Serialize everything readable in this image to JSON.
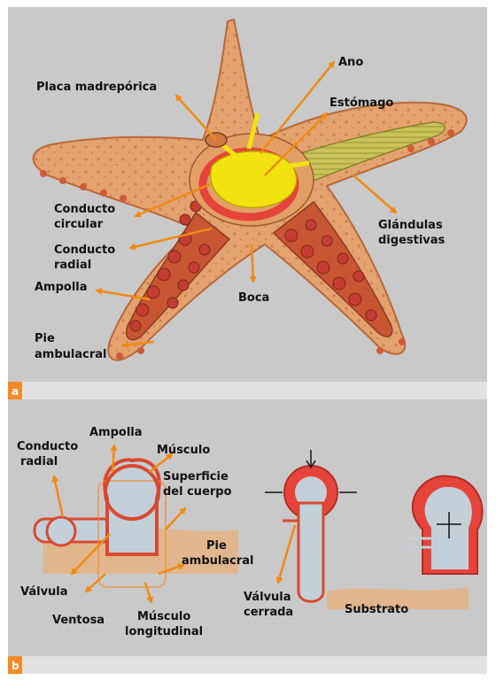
{
  "colors": {
    "panel_bg": "#c9c9c9",
    "body_fill": "#e3a26e",
    "body_dark": "#d86b3a",
    "ambulacral": "#c95632",
    "bulb": "#c43c32",
    "stomach": "#f2e20f",
    "ring": "#e6433b",
    "gland": "#c9c35a",
    "arrow": "#f08a13",
    "tube_fill": "#c3cfd9",
    "tube_wall": "#d9492f",
    "strip_orange": "#f28a2a",
    "strip": "#e2e2e2"
  },
  "section_a": {
    "tag": "a",
    "labels": {
      "placa": "Placa madrepórica",
      "ano": "Ano",
      "estomago": "Estómago",
      "conducto_circular_1": "Conducto",
      "conducto_circular_2": "circular",
      "conducto_radial_1": "Conducto",
      "conducto_radial_2": "radial",
      "glandulas_1": "Glándulas",
      "glandulas_2": "digestivas",
      "ampolla": "Ampolla",
      "boca": "Boca",
      "pie_1": "Pie",
      "pie_2": "ambulacral"
    }
  },
  "section_b": {
    "tag": "b",
    "labels": {
      "conducto_1": "Conducto",
      "conducto_2": "radial",
      "ampolla": "Ampolla",
      "musculo": "Músculo",
      "superficie_1": "Superficie",
      "superficie_2": "del cuerpo",
      "pie_1": "Pie",
      "pie_2": "ambulacral",
      "valvula": "Válvula",
      "ventosa": "Ventosa",
      "musculo_long_1": "Músculo",
      "musculo_long_2": "longitudinal",
      "valvula_cerrada_1": "Válvula",
      "valvula_cerrada_2": "cerrada",
      "substrato": "Substrato"
    }
  }
}
